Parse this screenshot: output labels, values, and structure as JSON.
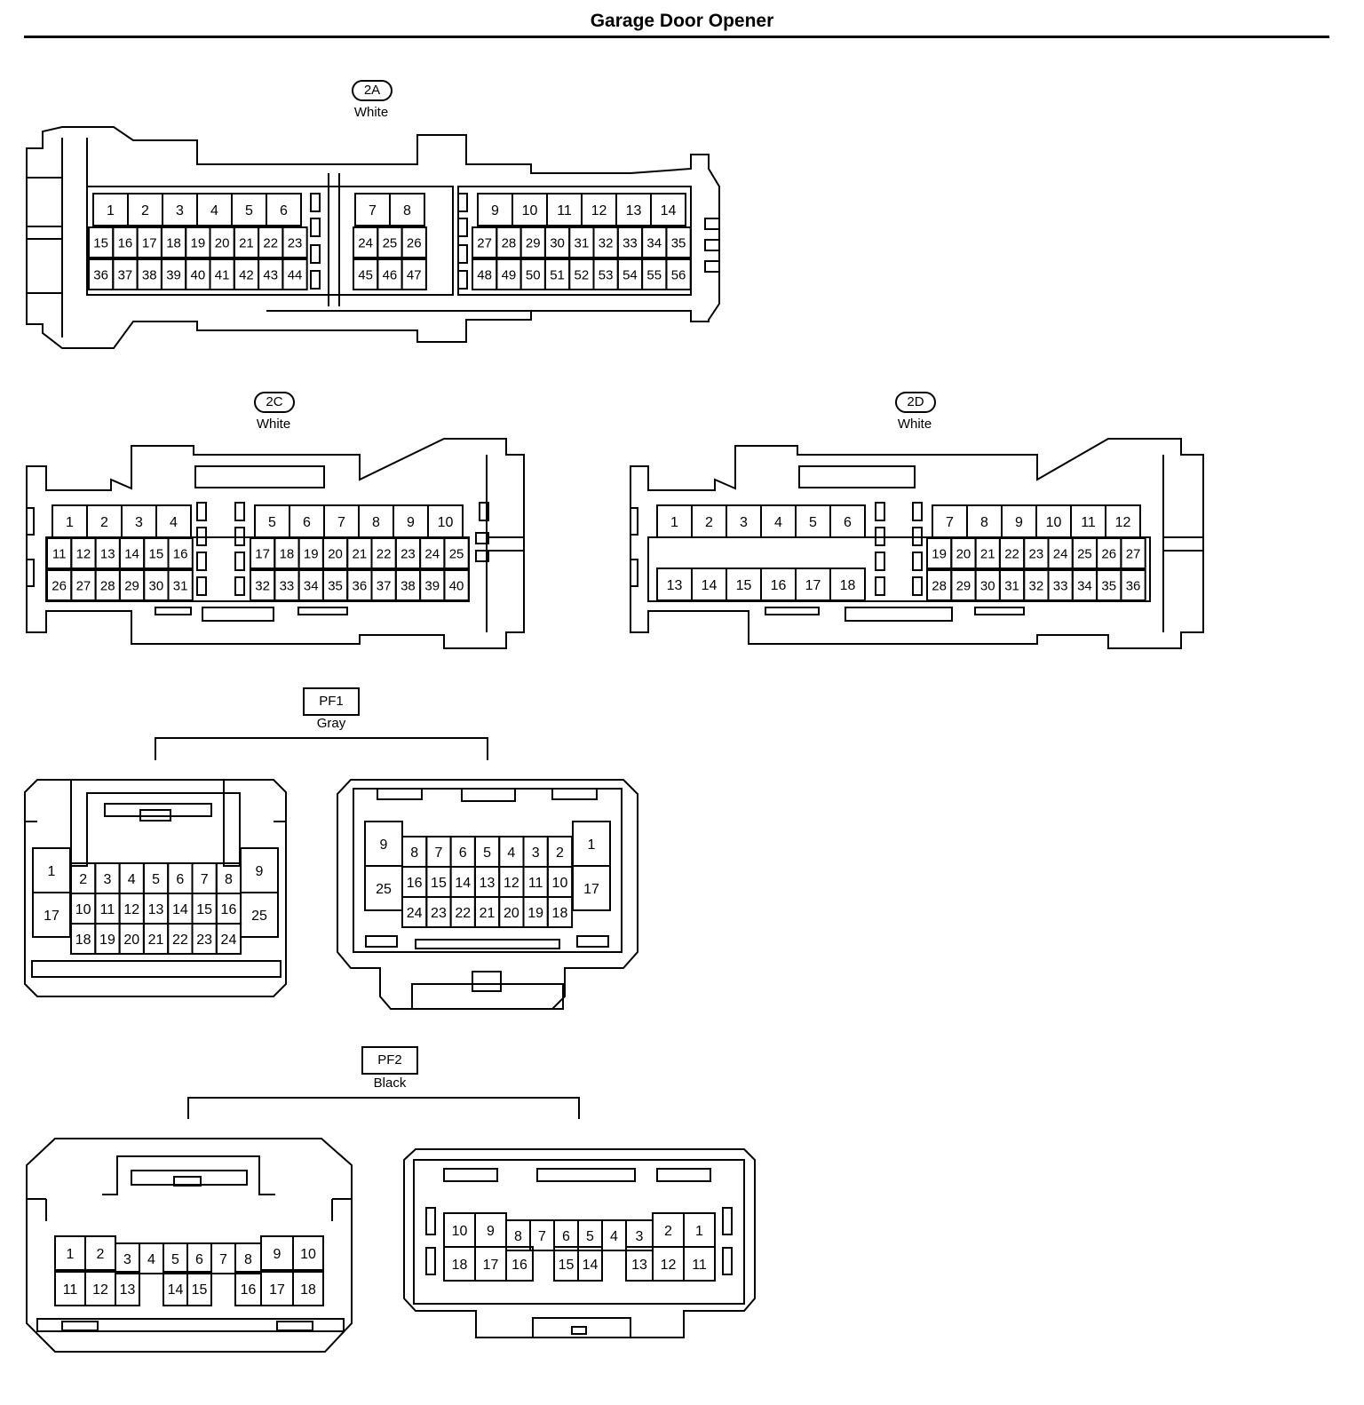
{
  "title": "Garage Door Opener",
  "connectors": [
    {
      "id": "2A",
      "color": "White",
      "badge": "oval"
    },
    {
      "id": "2C",
      "color": "White",
      "badge": "oval"
    },
    {
      "id": "2D",
      "color": "White",
      "badge": "oval"
    },
    {
      "id": "PF1",
      "color": "Gray",
      "badge": "rect"
    },
    {
      "id": "PF2",
      "color": "Black",
      "badge": "rect"
    }
  ],
  "pins": {
    "c2A": [
      [
        "1",
        "2",
        "3",
        "4",
        "5",
        "6",
        "7",
        "8",
        "9",
        "10",
        "11",
        "12",
        "13",
        "14"
      ],
      [
        "15",
        "16",
        "17",
        "18",
        "19",
        "20",
        "21",
        "22",
        "23",
        "24",
        "25",
        "26",
        "27",
        "28",
        "29",
        "30",
        "31",
        "32",
        "33",
        "34",
        "35"
      ],
      [
        "36",
        "37",
        "38",
        "39",
        "40",
        "41",
        "42",
        "43",
        "44",
        "45",
        "46",
        "47",
        "48",
        "49",
        "50",
        "51",
        "52",
        "53",
        "54",
        "55",
        "56"
      ]
    ],
    "c2C": [
      [
        "1",
        "2",
        "3",
        "4",
        "5",
        "6",
        "7",
        "8",
        "9",
        "10"
      ],
      [
        "11",
        "12",
        "13",
        "14",
        "15",
        "16",
        "17",
        "18",
        "19",
        "20",
        "21",
        "22",
        "23",
        "24",
        "25"
      ],
      [
        "26",
        "27",
        "28",
        "29",
        "30",
        "31",
        "32",
        "33",
        "34",
        "35",
        "36",
        "37",
        "38",
        "39",
        "40"
      ]
    ],
    "c2D": [
      [
        "1",
        "2",
        "3",
        "4",
        "5",
        "6",
        "7",
        "8",
        "9",
        "10",
        "11",
        "12"
      ],
      [
        "13",
        "14",
        "15",
        "16",
        "17",
        "18"
      ],
      [
        "19",
        "20",
        "21",
        "22",
        "23",
        "24",
        "25",
        "26",
        "27"
      ],
      [
        "28",
        "29",
        "30",
        "31",
        "32",
        "33",
        "34",
        "35",
        "36"
      ]
    ],
    "pf1L": {
      "left": [
        "1",
        "17"
      ],
      "right": [
        "9",
        "25"
      ],
      "rows": [
        [
          "2",
          "3",
          "4",
          "5",
          "6",
          "7",
          "8"
        ],
        [
          "10",
          "11",
          "12",
          "13",
          "14",
          "15",
          "16"
        ],
        [
          "18",
          "19",
          "20",
          "21",
          "22",
          "23",
          "24"
        ]
      ]
    },
    "pf1R": {
      "left": [
        "9",
        "25"
      ],
      "right": [
        "1",
        "17"
      ],
      "rows": [
        [
          "8",
          "7",
          "6",
          "5",
          "4",
          "3",
          "2"
        ],
        [
          "16",
          "15",
          "14",
          "13",
          "12",
          "11",
          "10"
        ],
        [
          "24",
          "23",
          "22",
          "21",
          "20",
          "19",
          "18"
        ]
      ]
    },
    "pf2L": {
      "top": [
        "1",
        "2",
        "3",
        "4",
        "5",
        "6",
        "7",
        "8",
        "9",
        "10"
      ],
      "bottom": [
        "11",
        "12",
        "13",
        "14",
        "15",
        "16",
        "17",
        "18"
      ]
    },
    "pf2R": {
      "top": [
        "10",
        "9",
        "8",
        "7",
        "6",
        "5",
        "4",
        "3",
        "2",
        "1"
      ],
      "bottom": [
        "18",
        "17",
        "16",
        "15",
        "14",
        "13",
        "12",
        "11"
      ]
    }
  }
}
